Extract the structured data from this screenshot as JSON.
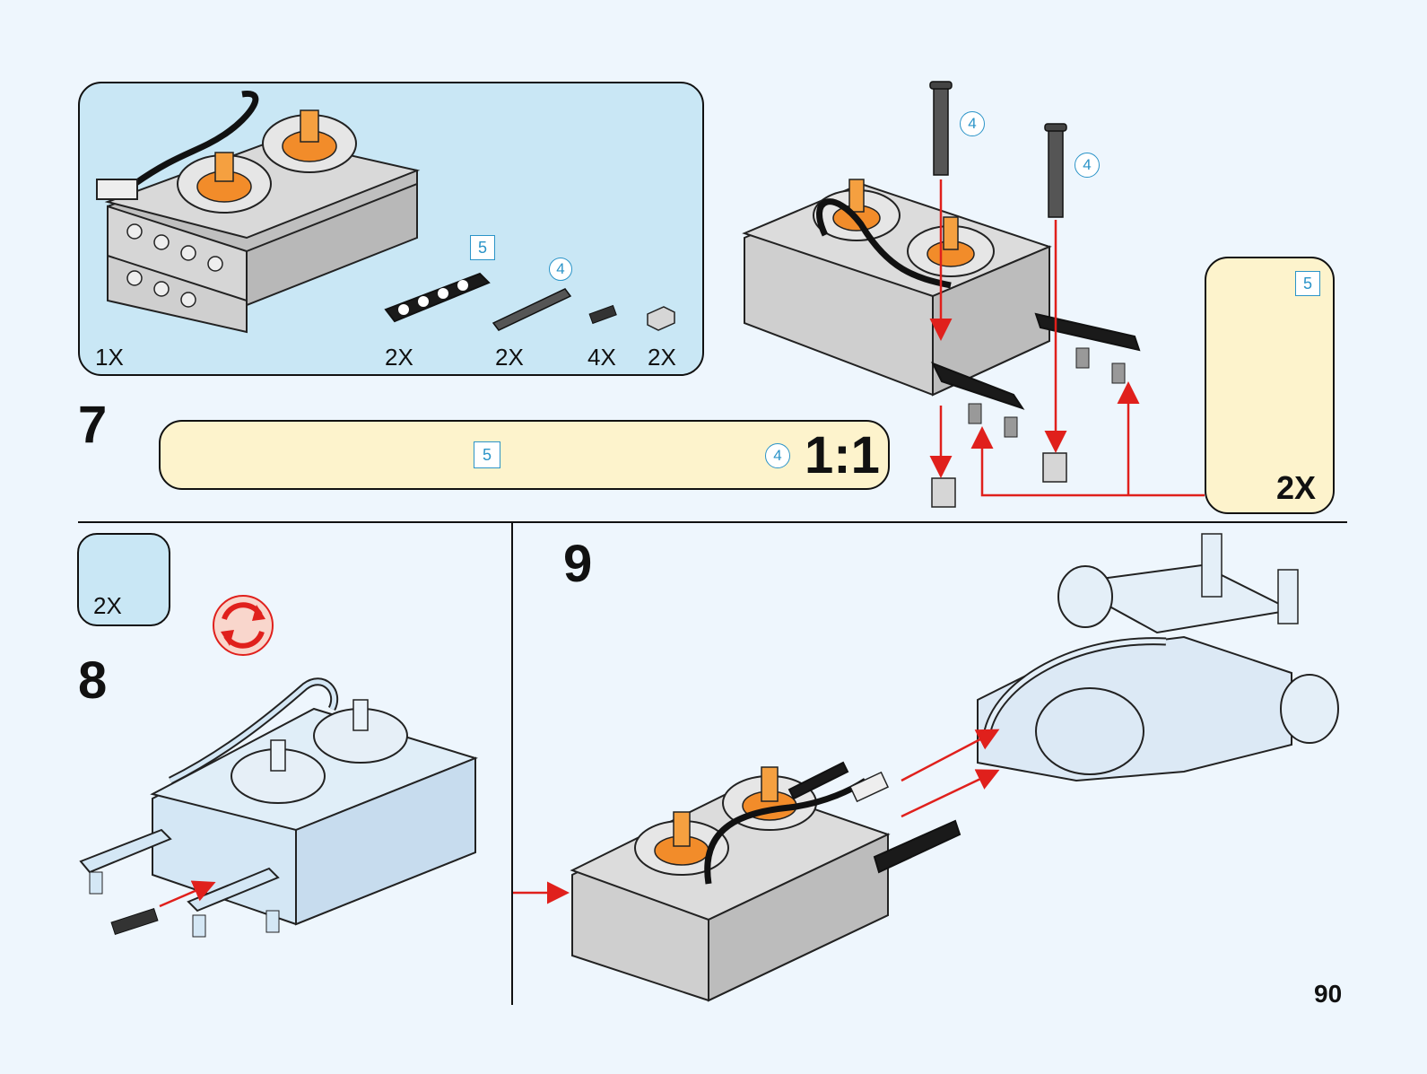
{
  "page": {
    "number": "90"
  },
  "parts_list": {
    "items": [
      {
        "name": "Servo / battery box",
        "quantity": "1X"
      },
      {
        "name": "Beam",
        "length_tag": "5",
        "quantity": "2X"
      },
      {
        "name": "Axle",
        "length_tag": "4",
        "quantity": "2X"
      },
      {
        "name": "Pin connector",
        "quantity": "4X"
      },
      {
        "name": "Bush",
        "quantity": "2X"
      }
    ]
  },
  "steps": [
    {
      "number": "7"
    },
    {
      "number": "8"
    },
    {
      "number": "9"
    }
  ],
  "scale_ruler": {
    "beam_length": "5",
    "axle_length": "4",
    "ratio_label": "1:1"
  },
  "step7": {
    "axle_tags": [
      "4",
      "4"
    ],
    "callout": {
      "beam_length": "5",
      "quantity": "2X"
    }
  },
  "step8": {
    "parts_box": {
      "quantity": "2X"
    },
    "rotate_icon": "rotate-icon"
  },
  "colors": {
    "arrow": "#e0201c",
    "tag": "#2b94c8",
    "parts_bg": "#c9e7f5",
    "ruler_bg": "#fdf3cc",
    "page_bg": "#eef6fd"
  }
}
